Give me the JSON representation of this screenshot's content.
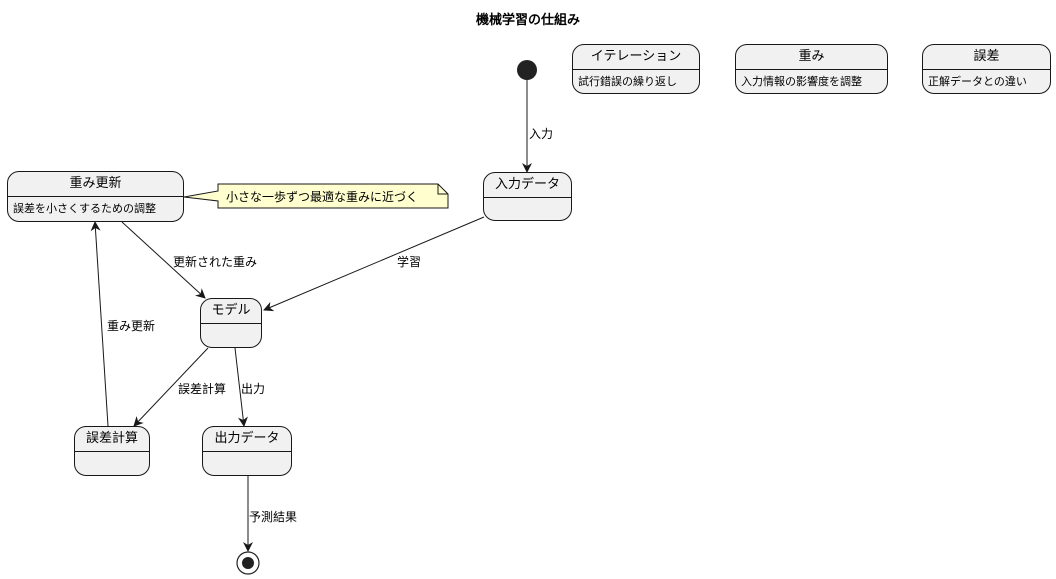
{
  "title": "機械学習の仕組み",
  "states": {
    "input_data": {
      "name": "入力データ"
    },
    "model": {
      "name": "モデル"
    },
    "output_data": {
      "name": "出力データ"
    },
    "error_calc": {
      "name": "誤差計算"
    },
    "weight_update": {
      "name": "重み更新",
      "desc": "誤差を小さくするための調整"
    },
    "iteration": {
      "name": "イテレーション",
      "desc": "試行錯誤の繰り返し"
    },
    "weights": {
      "name": "重み",
      "desc": "入力情報の影響度を調整"
    },
    "error": {
      "name": "誤差",
      "desc": "正解データとの違い"
    }
  },
  "note": "小さな一歩ずつ最適な重みに近づく",
  "edges": {
    "input": "入力",
    "learning": "学習",
    "updated_weights": "更新された重み",
    "weight_update": "重み更新",
    "error_calc": "誤差計算",
    "output": "出力",
    "prediction": "予測結果"
  }
}
